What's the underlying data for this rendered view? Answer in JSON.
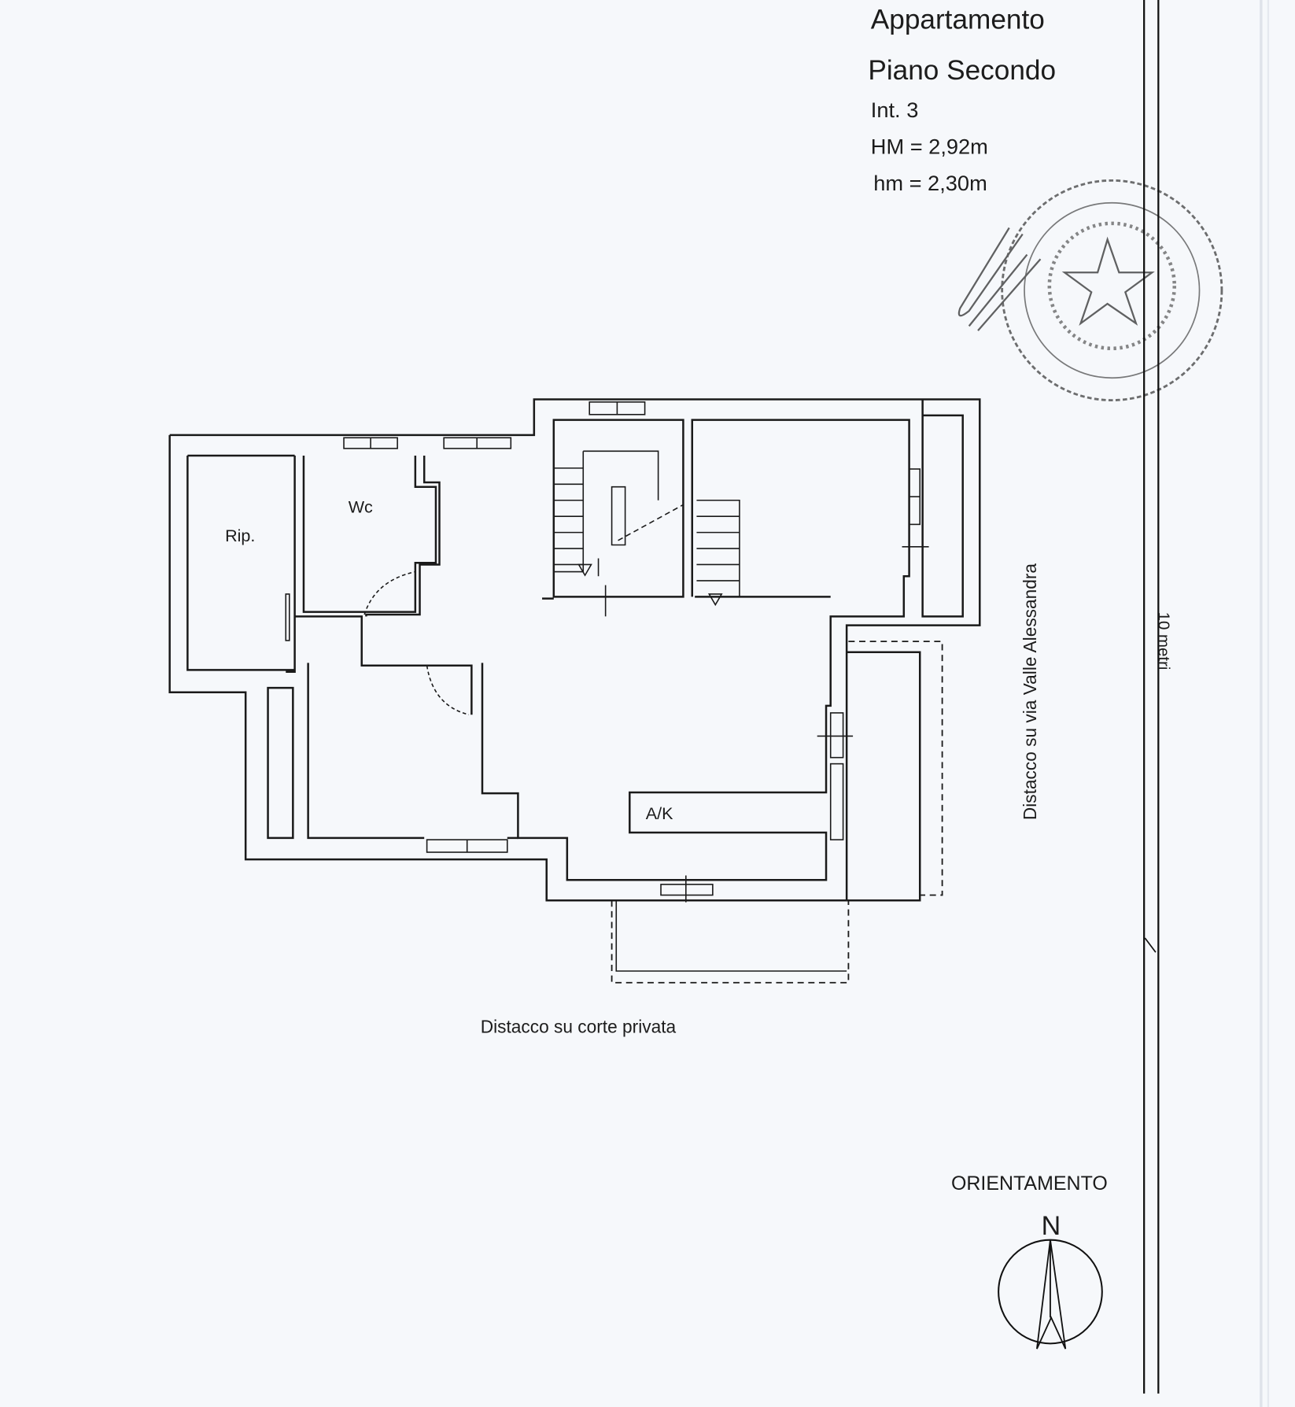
{
  "header": {
    "title": "Appartamento",
    "floor": "Piano Secondo",
    "unit": "Int. 3",
    "max_height": "HM = 2,92m",
    "min_height": "hm = 2,30m"
  },
  "rooms": {
    "storage": "Rip.",
    "toilet": "Wc",
    "kitchen": "A/K"
  },
  "labels": {
    "side_right": "Distacco su via Valle Alessandra",
    "side_bottom": "Distacco su corte privata",
    "scale": "10 metri",
    "orientation": "ORIENTAMENTO",
    "north": "N"
  },
  "colors": {
    "ink": "#1a1a1a",
    "paper": "#f6f8fb"
  }
}
